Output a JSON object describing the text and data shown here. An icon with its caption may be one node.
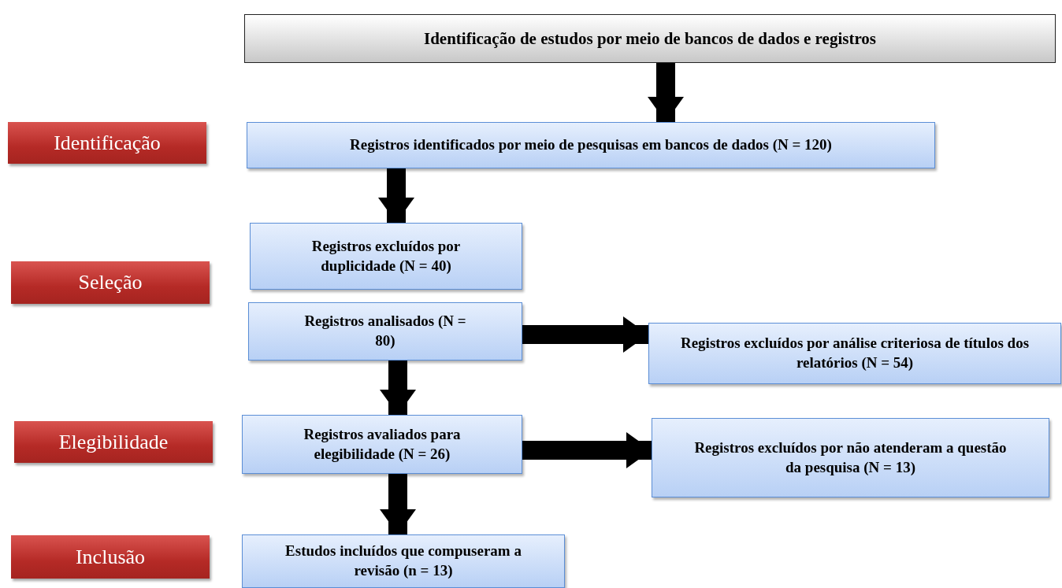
{
  "diagram": {
    "nodes": [
      {
        "text": [
          "Identificação de estudos por meio de bancos de dados e registros"
        ]
      },
      {
        "text": [
          "Identificação"
        ]
      },
      {
        "text": [
          "Registros identificados por meio de pesquisas em bancos de dados (N = 120)"
        ]
      },
      {
        "text": [
          "Seleção"
        ]
      },
      {
        "text": [
          "Registros excluídos por duplicidade (N = 40)"
        ]
      },
      {
        "text": [
          "Registros analisados (N = 80)"
        ]
      },
      {
        "text": [
          "Registros excluídos por análise criteriosa de títulos dos relatórios (N = 54)"
        ]
      },
      {
        "text": [
          "Elegibilidade"
        ]
      },
      {
        "text": [
          "Registros avaliados para elegibilidade (N = 26)"
        ]
      },
      {
        "text": [
          "Registros excluídos por não atenderam a questão da pesquisa (N = 13)"
        ]
      },
      {
        "text": [
          "Inclusão"
        ]
      },
      {
        "text": [
          "Estudos incluídos que compuseram a revisão (n = 13)"
        ]
      }
    ],
    "edges": [
      {
        "from": 0,
        "to": 2,
        "arrow": "to"
      },
      {
        "from": 2,
        "to": 4,
        "arrow": "to"
      },
      {
        "from": 5,
        "to": 6,
        "arrow": "to"
      },
      {
        "from": 5,
        "to": 8,
        "arrow": "to"
      },
      {
        "from": 8,
        "to": 9,
        "arrow": "to"
      },
      {
        "from": 8,
        "to": 11,
        "arrow": "to"
      }
    ]
  }
}
